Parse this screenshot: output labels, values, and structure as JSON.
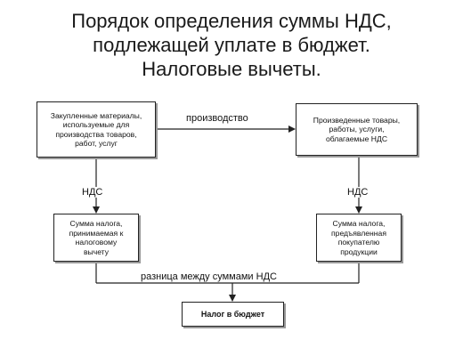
{
  "title": {
    "line1": "Порядок определения суммы НДС,",
    "line2": "подлежащей уплате в бюджет.",
    "line3": "Налоговые вычеты."
  },
  "boxes": {
    "materials": [
      "Закупленные материалы,",
      "используемые для",
      "производства товаров,",
      "работ, услуг"
    ],
    "products": [
      "Произведенные товары,",
      "работы, услуги,",
      "облагаемые НДС"
    ],
    "tax_accepted": [
      "Сумма налога,",
      "принимаемая к",
      "налоговому",
      "вычету"
    ],
    "tax_presented": [
      "Сумма налога,",
      "предъявленная",
      "покупателю",
      "продукции"
    ],
    "budget": "Налог в бюджет"
  },
  "labels": {
    "production": "производство",
    "vat_left": "НДС",
    "vat_right": "НДС",
    "difference": "разница между суммами НДС"
  }
}
